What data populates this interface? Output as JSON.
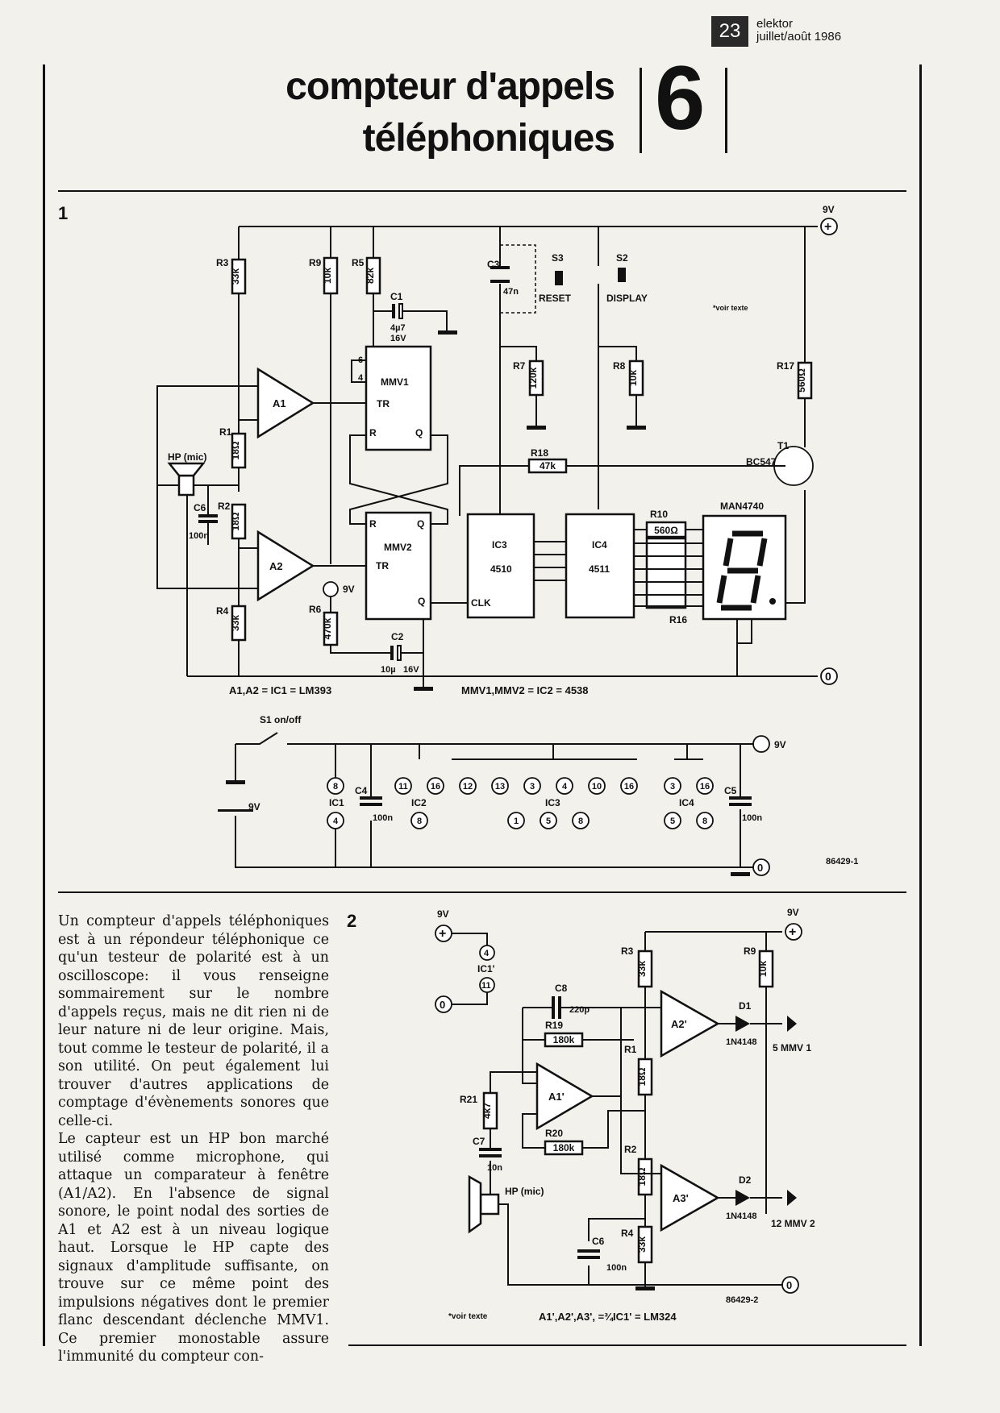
{
  "header": {
    "page_number": "23",
    "magazine": "elektor",
    "issue": "juillet/août 1986"
  },
  "title": {
    "line1": "compteur d'appels",
    "line2": "téléphoniques",
    "section_number": "6"
  },
  "figure1": {
    "number": "1",
    "caption_ic1": "A1,A2 = IC1 = LM393",
    "caption_ic2": "MMV1,MMV2 = IC2 = 4538",
    "ref": "86429-1",
    "note": "*voir texte",
    "supply": "9V",
    "ground": "0",
    "components": {
      "R3": "33k",
      "R9": "10k",
      "R5": "82k",
      "R1": "18Ω",
      "R2": "18Ω",
      "R4": "33k",
      "R6": "470k",
      "R7": "120k",
      "R8": "10k",
      "R17": "560Ω",
      "R18": "47k",
      "R10": "560Ω",
      "R16": "R16",
      "C1": "4µ7",
      "C1v": "16V",
      "C2": "10µ",
      "C2v": "16V",
      "C3": "47n",
      "C6": "100n",
      "S3": "S3",
      "S3label": "RESET",
      "S2": "S2",
      "S2label": "DISPLAY",
      "T1": "T1",
      "T1type": "BC547",
      "display": "MAN4740",
      "hp": "HP (mic)",
      "A1": "A1",
      "A2": "A2",
      "MMV1": "MMV1",
      "MMV2": "MMV2",
      "IC3": "IC3",
      "IC3type": "4510",
      "IC4": "IC4",
      "IC4type": "4511"
    },
    "power": {
      "S1": "S1 on/off",
      "battery": "9V",
      "C4": "C4",
      "C4v": "100n",
      "C5": "C5",
      "C5v": "100n",
      "ic1": "IC1",
      "ic2": "IC2",
      "ic3": "IC3",
      "ic4": "IC4",
      "ic1_top": [
        "8"
      ],
      "ic1_bot": [
        "4"
      ],
      "ic2_top": [
        "11",
        "16"
      ],
      "ic2_bot": [
        "8"
      ],
      "ic3_top": [
        "12",
        "13",
        "3",
        "4",
        "10",
        "16"
      ],
      "ic3_bot": [
        "1",
        "5",
        "8"
      ],
      "ic4_top": [
        "3",
        "16"
      ],
      "ic4_bot": [
        "5",
        "8"
      ]
    }
  },
  "figure2": {
    "number": "2",
    "ref": "86429-2",
    "note": "*voir texte",
    "caption": "A1',A2',A3', =¾IC1' = LM324",
    "components": {
      "R3": "33k",
      "R9": "10k",
      "C8": "220p",
      "R19": "180k",
      "R1": "18Ω",
      "R21": "4k7",
      "R20": "180k",
      "R2": "18Ω",
      "C7": "10n",
      "C6": "100n",
      "R4": "33k",
      "D1": "D1",
      "D1type": "1N4148",
      "D2": "D2",
      "D2type": "1N4148",
      "A1": "A1'",
      "A2": "A2'",
      "A3": "A3'",
      "IC1": "IC1'",
      "hp": "HP (mic)",
      "out1": "5 MMV 1",
      "out2": "12 MMV 2",
      "supply": "9V",
      "ground": "0"
    }
  },
  "body": {
    "paragraphs": [
      "Un compteur d'appels téléphoniques est à un répondeur téléphonique ce qu'un testeur de polarité est à un oscilloscope: il vous renseigne sommairement sur le nombre d'appels reçus, mais ne dit rien ni de leur nature ni de leur origine. Mais, tout comme le testeur de polarité, il a son utilité. On peut également lui trouver d'autres applications de comptage d'évènements sonores que celle-ci.",
      "Le capteur est un HP bon marché utilisé comme microphone, qui attaque un comparateur à fenêtre (A1/A2). En l'absence de signal sonore, le point nodal des sorties de A1 et A2 est à un niveau logique haut. Lorsque le HP capte des signaux d'amplitude suffisante, on trouve sur ce même point des impulsions négatives dont le premier flanc descendant déclenche MMV1. Ce premier monostable assure l'immunité du compteur con-"
    ]
  }
}
